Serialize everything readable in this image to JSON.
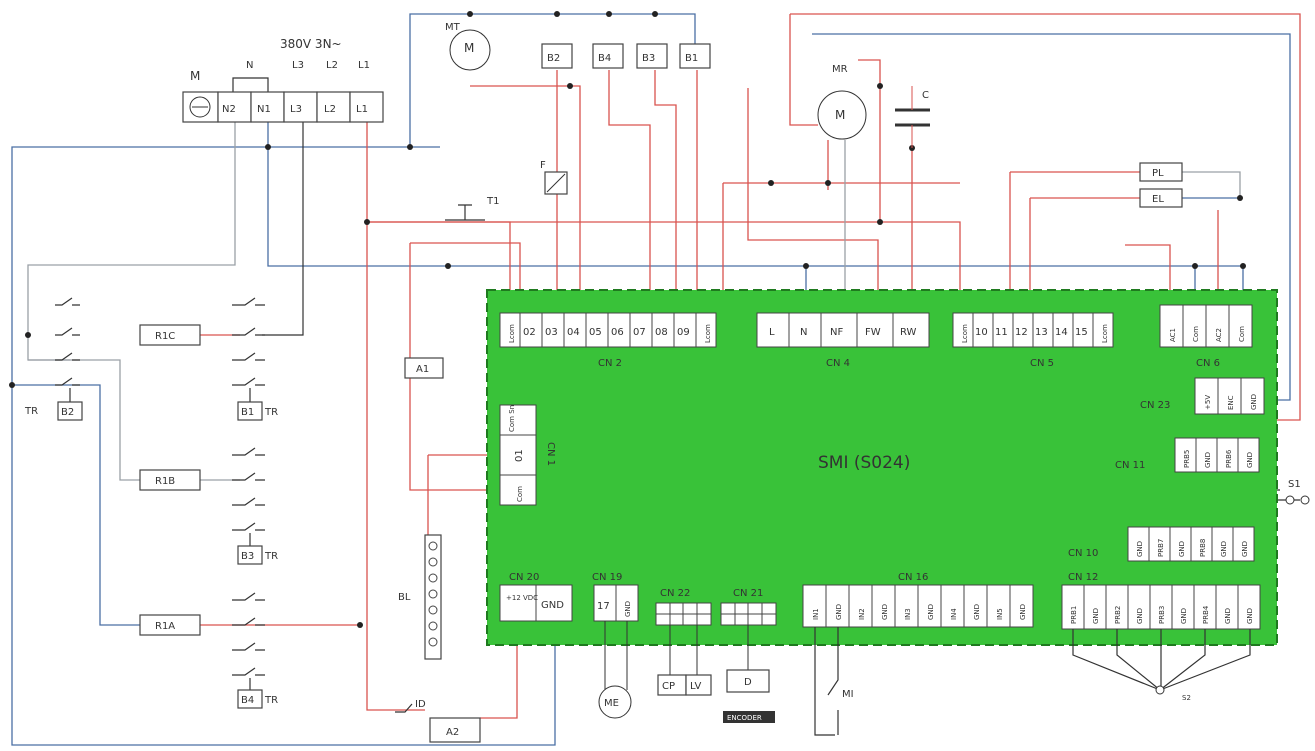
{
  "supply": {
    "voltage": "380V 3N~",
    "motor_label": "M",
    "neutral_label": "N",
    "phase_labels": [
      "L3",
      "L2",
      "L1"
    ],
    "terminals": [
      "N2",
      "N1",
      "L3",
      "L2",
      "L1"
    ]
  },
  "top_components": {
    "mt": "MT",
    "motor": "M",
    "boxes": [
      "B2",
      "B4",
      "B3",
      "B1"
    ]
  },
  "misc": {
    "f": "F",
    "t1": "T1",
    "mr": "MR",
    "c": "C",
    "pl": "PL",
    "el": "EL",
    "a1": "A1",
    "a2": "A2",
    "bl": "BL",
    "id": "ID",
    "mi": "MI",
    "me": "ME",
    "cp": "CP",
    "lv": "LV",
    "d": "D",
    "encoder": "ENCODER",
    "s1": "S1",
    "s2": "S2"
  },
  "relays": [
    "R1C",
    "R1B",
    "R1A"
  ],
  "tr": {
    "tr": "TR",
    "b2": "B2",
    "b1": "B1",
    "b3": "B3",
    "b4": "B4"
  },
  "board": {
    "title": "SMI (S024)",
    "cn2": {
      "label": "CN 2",
      "pins": [
        "Lcom",
        "02",
        "03",
        "04",
        "05",
        "06",
        "07",
        "08",
        "09",
        "Lcom"
      ]
    },
    "cn4": {
      "label": "CN 4",
      "pins": [
        "L",
        "N",
        "NF",
        "FW",
        "RW"
      ]
    },
    "cn5": {
      "label": "CN 5",
      "pins": [
        "Lcom",
        "10",
        "11",
        "12",
        "13",
        "14",
        "15",
        "Lcom"
      ]
    },
    "cn6": {
      "label": "CN 6",
      "pins": [
        "AC1",
        "Com",
        "AC2",
        "Com"
      ]
    },
    "cn23": {
      "label": "CN 23",
      "pins": [
        "+5V",
        "ENC",
        "GND"
      ]
    },
    "cn11": {
      "label": "CN 11",
      "pins": [
        "PRB5",
        "GND",
        "PRB6",
        "GND"
      ]
    },
    "cn1": {
      "label": "CN 1",
      "pins": [
        "Com Sn",
        "01",
        "Com"
      ]
    },
    "cn10": {
      "label": "CN 10",
      "pins": [
        "GND",
        "PRB7",
        "GND",
        "PRB8",
        "GND",
        "GND"
      ]
    },
    "cn12": {
      "label": "CN 12",
      "pins": [
        "PRB1",
        "GND",
        "PRB2",
        "GND",
        "PRB3",
        "GND",
        "PRB4",
        "GND",
        "GND"
      ]
    },
    "cn16": {
      "label": "CN 16",
      "pins": [
        "IN1",
        "GND",
        "IN2",
        "GND",
        "IN3",
        "GND",
        "IN4",
        "GND",
        "IN5",
        "GND"
      ]
    },
    "cn20": {
      "label": "CN 20",
      "pins": [
        "+12 VDC",
        "GND"
      ]
    },
    "cn19": {
      "label": "CN 19",
      "pins": [
        "17",
        "GND"
      ]
    },
    "cn22": {
      "label": "CN 22"
    },
    "cn21": {
      "label": "CN 21"
    }
  }
}
